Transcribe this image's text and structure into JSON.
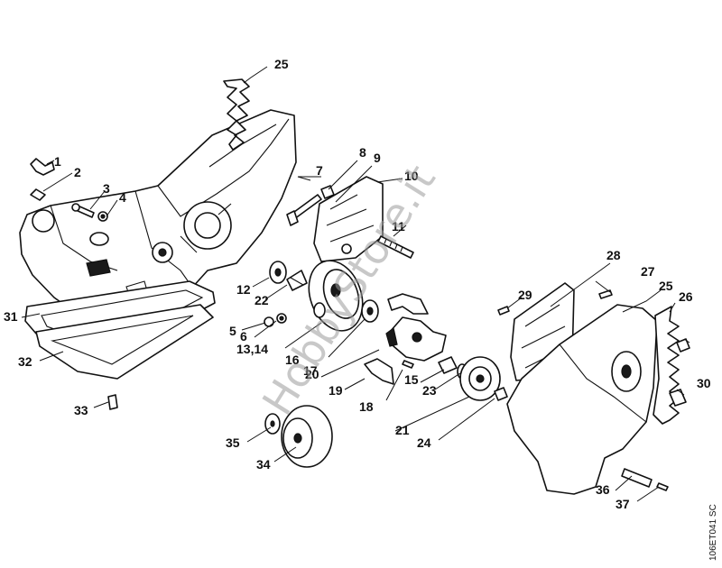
{
  "diagram": {
    "callouts": [
      "1",
      "2",
      "3",
      "4",
      "5",
      "6",
      "7",
      "8",
      "9",
      "10",
      "11",
      "12",
      "13,14",
      "15",
      "16",
      "17",
      "18",
      "19",
      "20",
      "21",
      "22",
      "23",
      "24",
      "25",
      "25",
      "26",
      "27",
      "28",
      "29",
      "30",
      "31",
      "32",
      "33",
      "34",
      "35",
      "36",
      "37"
    ],
    "drawing_id": "106ET041 SC",
    "watermark": "HobbyStore.it"
  }
}
